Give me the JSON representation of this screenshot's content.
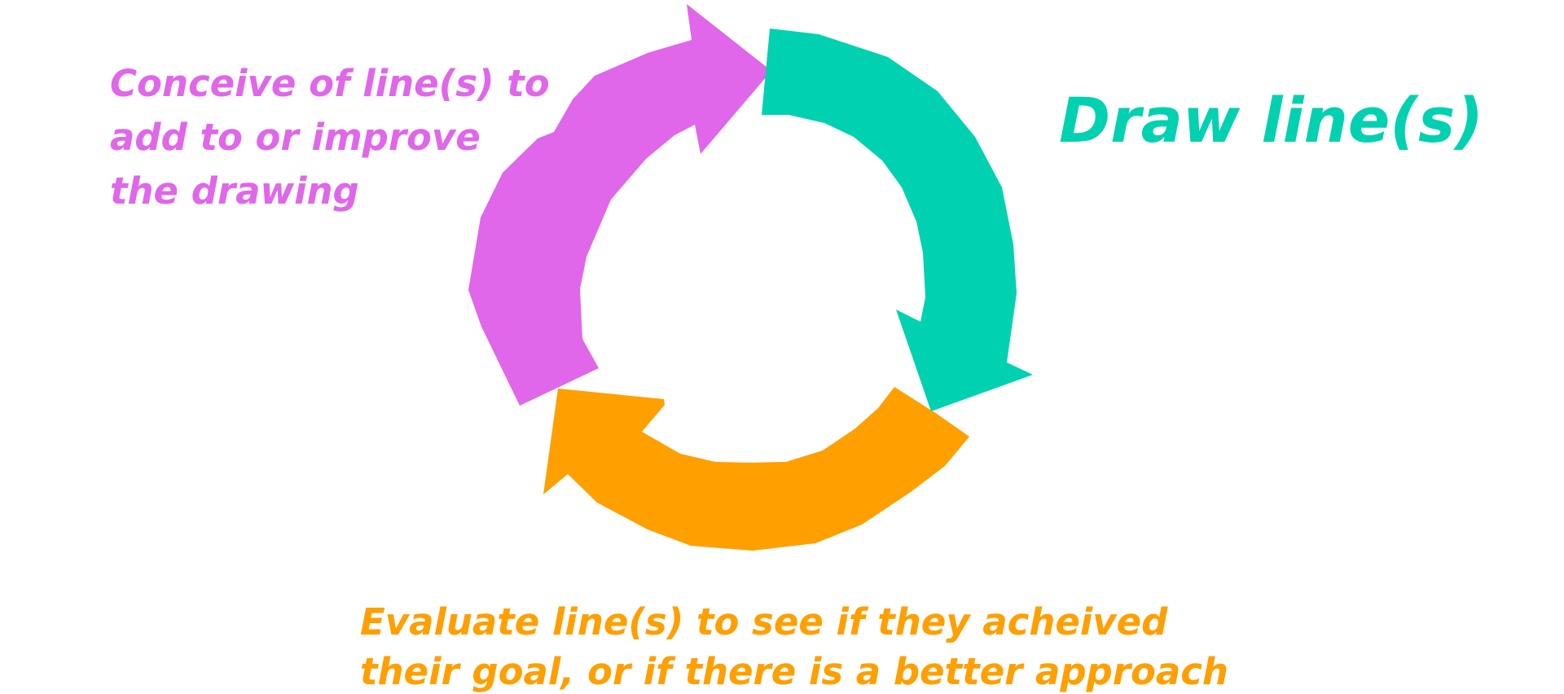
{
  "colors": {
    "conceive": "#e066ea",
    "draw": "#00d1b0",
    "evaluate": "#ff9f00",
    "background": "#ffffff"
  },
  "steps": [
    {
      "id": "conceive",
      "lines": [
        "Conceive of line(s) to",
        "add to or improve",
        "the drawing"
      ]
    },
    {
      "id": "draw",
      "lines": [
        "Draw line(s)"
      ]
    },
    {
      "id": "evaluate",
      "lines": [
        "Evaluate line(s) to see if they acheived",
        "their goal, or if there is a better approach"
      ]
    }
  ]
}
